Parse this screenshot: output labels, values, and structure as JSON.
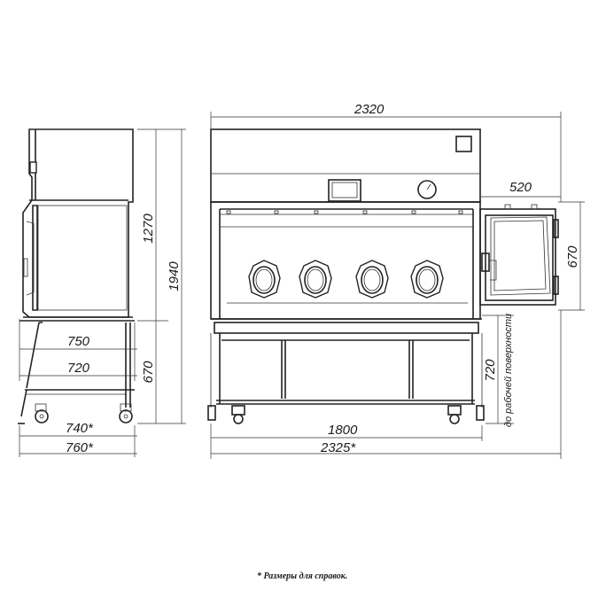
{
  "dimensions": {
    "side_view": {
      "total_height": "1940",
      "upper_height": "1270",
      "stand_height": "670",
      "stand_depth": "750",
      "stand_depth_inner": "720",
      "base_depth": "740*",
      "overall_depth": "760*"
    },
    "front_view": {
      "overall_width_top": "2320",
      "side_box_width": "520",
      "side_box_height": "670",
      "work_height": "720",
      "work_height_note": "до рабочей поверхности",
      "inner_width": "1800",
      "overall_width_bottom": "2325*"
    }
  },
  "footnote": "* Размеры для справок."
}
